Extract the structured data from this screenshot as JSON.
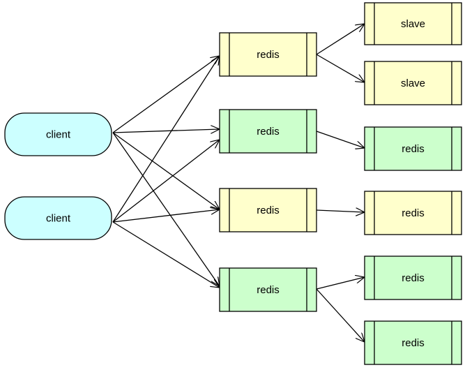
{
  "colors": {
    "client_fill": "#ccffff",
    "yellow_fill": "#ffffcc",
    "green_fill": "#ccffcc",
    "stroke": "#000000",
    "edge": "#000000"
  },
  "clients": [
    {
      "id": "c1",
      "label": "client"
    },
    {
      "id": "c2",
      "label": "client"
    }
  ],
  "middle_nodes": [
    {
      "id": "m1",
      "label": "redis",
      "fill": "yellow"
    },
    {
      "id": "m2",
      "label": "redis",
      "fill": "green"
    },
    {
      "id": "m3",
      "label": "redis",
      "fill": "yellow"
    },
    {
      "id": "m4",
      "label": "redis",
      "fill": "green"
    }
  ],
  "right_nodes": [
    {
      "id": "r1",
      "label": "slave",
      "fill": "yellow"
    },
    {
      "id": "r2",
      "label": "slave",
      "fill": "yellow"
    },
    {
      "id": "r3",
      "label": "redis",
      "fill": "green"
    },
    {
      "id": "r4",
      "label": "redis",
      "fill": "yellow"
    },
    {
      "id": "r5",
      "label": "redis",
      "fill": "green"
    },
    {
      "id": "r6",
      "label": "redis",
      "fill": "green"
    }
  ],
  "edges": [
    [
      "c1",
      "m1"
    ],
    [
      "c1",
      "m2"
    ],
    [
      "c1",
      "m3"
    ],
    [
      "c1",
      "m4"
    ],
    [
      "c2",
      "m1"
    ],
    [
      "c2",
      "m2"
    ],
    [
      "c2",
      "m3"
    ],
    [
      "c2",
      "m4"
    ],
    [
      "m1",
      "r1"
    ],
    [
      "m1",
      "r2"
    ],
    [
      "m2",
      "r3"
    ],
    [
      "m3",
      "r4"
    ],
    [
      "m4",
      "r5"
    ],
    [
      "m4",
      "r6"
    ]
  ]
}
